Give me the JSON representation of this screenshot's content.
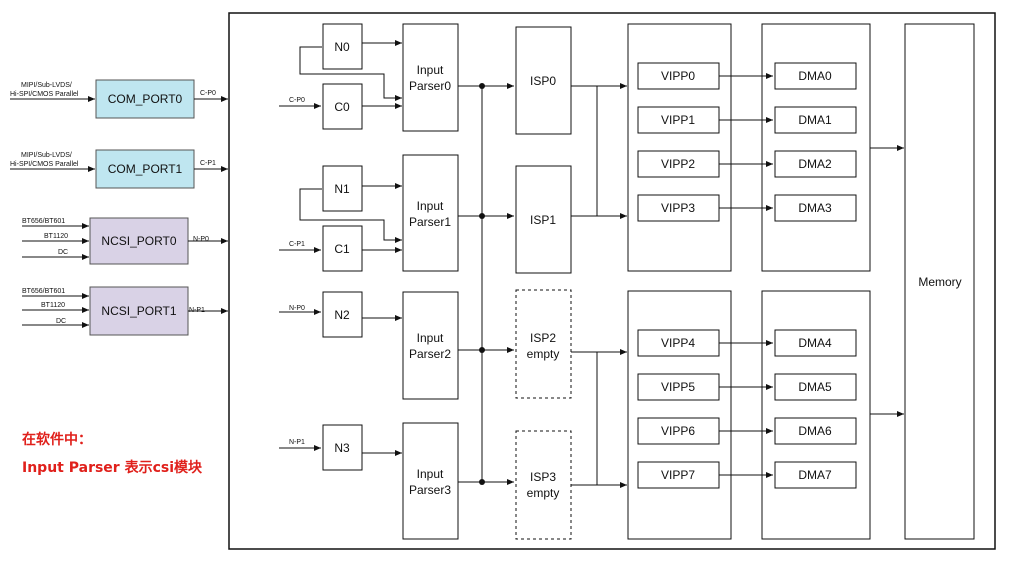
{
  "ports": {
    "com0": {
      "label": "COM_PORT0",
      "out": "C-P0",
      "in1": "MIPI/Sub-LVDS/",
      "in2": "Hi-SPI/CMOS Parallel"
    },
    "com1": {
      "label": "COM_PORT1",
      "out": "C-P1",
      "in1": "MIPI/Sub-LVDS/",
      "in2": "Hi-SPI/CMOS Parallel"
    },
    "ncsi0": {
      "label": "NCSI_PORT0",
      "out": "N-P0",
      "inputs": [
        "BT656/BT601",
        "BT1120",
        "DC"
      ]
    },
    "ncsi1": {
      "label": "NCSI_PORT1",
      "out": "N-P1",
      "inputs": [
        "BT656/BT601",
        "BT1120",
        "DC"
      ]
    }
  },
  "blocks": {
    "n0": "N0",
    "c0": "C0",
    "n1": "N1",
    "c1": "C1",
    "n2": "N2",
    "n3": "N3",
    "in_c0": "C-P0",
    "in_c1": "C-P1",
    "in_n2": "N-P0",
    "in_n3": "N-P1"
  },
  "parsers": [
    {
      "l1": "Input",
      "l2": "Parser0"
    },
    {
      "l1": "Input",
      "l2": "Parser1"
    },
    {
      "l1": "Input",
      "l2": "Parser2"
    },
    {
      "l1": "Input",
      "l2": "Parser3"
    }
  ],
  "isp": {
    "isp0": "ISP0",
    "isp1": "ISP1",
    "isp2": {
      "l1": "ISP2",
      "l2": "empty"
    },
    "isp3": {
      "l1": "ISP3",
      "l2": "empty"
    }
  },
  "vipp": [
    "VIPP0",
    "VIPP1",
    "VIPP2",
    "VIPP3",
    "VIPP4",
    "VIPP5",
    "VIPP6",
    "VIPP7"
  ],
  "dma": [
    "DMA0",
    "DMA1",
    "DMA2",
    "DMA3",
    "DMA4",
    "DMA5",
    "DMA6",
    "DMA7"
  ],
  "memory": "Memory",
  "note": {
    "line1": "在软件中：",
    "line2": "Input Parser 表示csi模块"
  },
  "colors": {
    "com_fill": "#bfe6f0",
    "ncsi_fill": "#d9d2e6",
    "note": "#e0201b"
  }
}
